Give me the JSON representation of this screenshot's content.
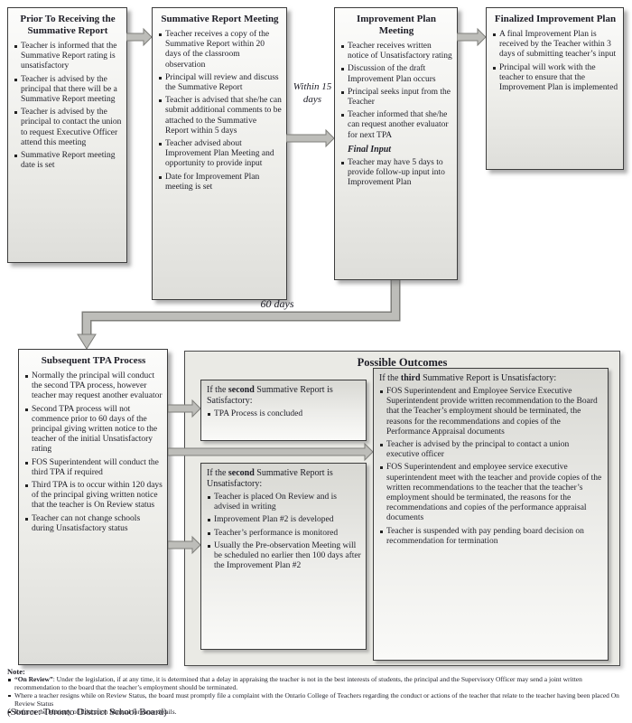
{
  "flow": {
    "boxes": {
      "prior": {
        "title": "Prior To Receiving the Summative Report",
        "items": [
          "Teacher is informed that the Summative Report rating is unsatisfactory",
          "Teacher is advised by the principal that there will be a Summative Report meeting",
          "Teacher is advised by the principal to contact the union to request Executive Officer attend this meeting",
          "Summative Report meeting date is set"
        ]
      },
      "meeting": {
        "title": "Summative Report Meeting",
        "items": [
          "Teacher receives a copy of the Summative Report within 20 days of the classroom observation",
          "Principal will review and discuss the Summative Report",
          "Teacher is advised that she/he can submit additional comments to be attached to the Summative Report within 5 days",
          "Teacher advised about Improvement Plan Meeting and opportunity to provide input",
          "Date for Improvement Plan meeting is set"
        ]
      },
      "improvement": {
        "title": "Improvement Plan Meeting",
        "items": [
          "Teacher receives written notice of Unsatisfactory rating",
          "Discussion of the draft Improvement Plan occurs",
          "Principal seeks input from the Teacher",
          "Teacher informed that she/he can request another evaluator for next TPA"
        ],
        "subheading": "Final Input",
        "final_items": [
          "Teacher may have 5 days to provide follow-up input into Improvement Plan"
        ]
      },
      "finalized": {
        "title": "Finalized Improvement Plan",
        "items": [
          "A final Improvement Plan is received by the Teacher within 3 days of submitting teacher’s input",
          "Principal will work with the teacher to ensure that the Improvement Plan is implemented"
        ]
      }
    },
    "labels": {
      "within_15_days": "Within 15 days",
      "sixty_days": "60 days"
    }
  },
  "subsequent": {
    "title": "Subsequent TPA Process",
    "items": [
      "Normally the principal will conduct the second TPA process, however teacher may request another evaluator",
      "Second TPA process will not commence prior to 60 days of the principal giving written notice to the teacher of the initial Unsatisfactory rating",
      "FOS Superintendent will conduct the third TPA if required",
      "Third TPA is to occur within 120 days of the principal giving written notice that the teacher is On Review status",
      "Teacher can not change schools during Unsatisfactory status"
    ]
  },
  "outcomes": {
    "title": "Possible Outcomes",
    "second_satisfactory": {
      "h_pre": "If the ",
      "h_bold": "second",
      "h_post": " Summative Report is Satisfactory:",
      "items": [
        "TPA Process is concluded"
      ]
    },
    "second_unsatisfactory": {
      "h_pre": "If the ",
      "h_bold": "second",
      "h_post": " Summative Report is Unsatisfactory:",
      "items": [
        "Teacher is placed On Review and is advised in writing",
        "Improvement Plan #2 is developed",
        "Teacher’s performance is monitored",
        "Usually the Pre-observation Meeting will be scheduled no earlier then 100 days after the Improvement Plan #2"
      ]
    },
    "third_unsatisfactory": {
      "h_pre": "If the ",
      "h_bold": "third",
      "h_post": " Summative Report is Unsatisfactory:",
      "items": [
        "FOS Superintendent and Employee Service Executive Superintendent provide written recommendation to the Board that the Teacher’s employment should be terminated, the reasons for the recommendations and copies of the Performance Appraisal documents",
        "Teacher is advised by the principal to contact a union executive officer",
        "FOS Superintendent and employee service executive superintendent meet with the teacher and provide copies of the written recommendations to the teacher that the teacher’s employment should be terminated, the reasons for the recommendations and copies of the performance appraisal documents",
        "Teacher is suspended with pay pending board decision on recommendation for termination"
      ]
    }
  },
  "notes": {
    "label": "Note:",
    "note1_bold": "“On Review”",
    "note1_text": ": Under the legislation, if at any time, it is determined that a delay in appraising the teacher is not in the best interests of students, the principal and the Supervisory Officer may send a joint written recommendation to the board that the teacher’s employment should be terminated.",
    "note2": "Where a teacher resigns while on Review Status, the board must promptly file a complaint with the Ontario College of Teachers regarding the conduct or actions of the teacher that relate to the teacher having been placed On Review Status",
    "note3": "Refer to the Ministry of Education Manual for more details."
  },
  "source": "(Source: Toronto District School Board)"
}
